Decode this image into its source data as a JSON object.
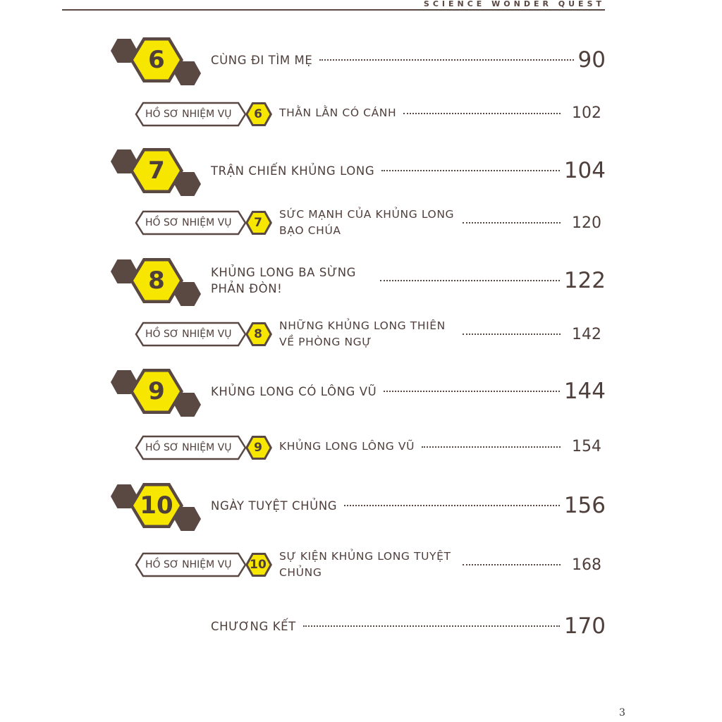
{
  "header": {
    "series": "SCIENCE WONDER QUEST"
  },
  "mission_label": "HỒ SƠ NHIỆM VỤ",
  "chapters": [
    {
      "num": "6",
      "title": "CÙNG ĐI TÌM MẸ",
      "page": "90",
      "sub": {
        "num": "6",
        "title": "THẰN LẰN CÓ CÁNH",
        "page": "102"
      }
    },
    {
      "num": "7",
      "title": "TRẬN CHIẾN KHỦNG LONG",
      "page": "104",
      "sub": {
        "num": "7",
        "title": "SỨC MẠNH CỦA KHỦNG LONG BẠO CHÚA",
        "page": "120"
      }
    },
    {
      "num": "8",
      "title": "KHỦNG LONG BA SỪNG PHẢN ĐÒN!",
      "page": "122",
      "sub": {
        "num": "8",
        "title": "NHỮNG KHỦNG LONG THIÊN VỀ PHÒNG NGỰ",
        "page": "142"
      }
    },
    {
      "num": "9",
      "title": "KHỦNG LONG CÓ LÔNG VŨ",
      "page": "144",
      "sub": {
        "num": "9",
        "title": "KHỦNG LONG LÔNG VŨ",
        "page": "154"
      }
    },
    {
      "num": "10",
      "title": "NGÀY TUYỆT CHỦNG",
      "page": "156",
      "sub": {
        "num": "10",
        "title": "SỰ KIỆN KHỦNG LONG TUYỆT CHỦNG",
        "page": "168"
      }
    }
  ],
  "epilogue": {
    "title": "CHƯƠNG KẾT",
    "page": "170"
  },
  "page_number": "3",
  "colors": {
    "brown": "#5a4843",
    "yellow": "#f7e600"
  }
}
